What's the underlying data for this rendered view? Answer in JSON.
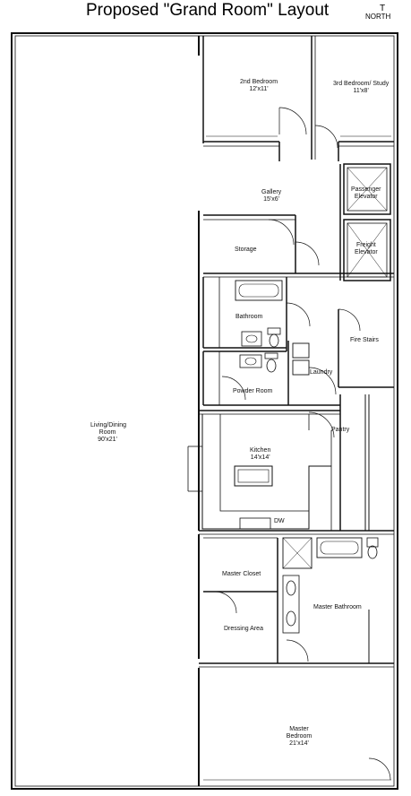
{
  "title": "Proposed \"Grand Room\" Layout",
  "north": {
    "arrow": "T",
    "label": "NORTH"
  },
  "rooms": {
    "bedroom2": {
      "name": "2nd Bedroom",
      "size": "12'x11'"
    },
    "bedroom3": {
      "name": "3rd Bedroom/ Study",
      "size": "11'x8'"
    },
    "gallery": {
      "name": "Gallery",
      "size": "15'x6'"
    },
    "passenger_elevator": {
      "line1": "Passenger",
      "line2": "Elevator"
    },
    "freight_elevator": {
      "line1": "Freight",
      "line2": "Elevator"
    },
    "storage": {
      "name": "Storage"
    },
    "bathroom": {
      "name": "Bathroom"
    },
    "fire_stairs": {
      "name": "Fire Stairs"
    },
    "laundry": {
      "name": "Laundry"
    },
    "powder_room": {
      "name": "Powder Room"
    },
    "living": {
      "name": "Living/Dining Room",
      "size": "90'x21'"
    },
    "pantry": {
      "name": "Pantry"
    },
    "kitchen": {
      "name": "Kitchen",
      "size": "14'x14'"
    },
    "dishwasher": {
      "label": "DW"
    },
    "master_closet": {
      "name": "Master Closet"
    },
    "master_bathroom": {
      "name": "Master Bathroom"
    },
    "dressing_area": {
      "name": "Dressing Area"
    },
    "master_bedroom": {
      "name": "Master Bedroom",
      "size": "21'x14'"
    }
  }
}
